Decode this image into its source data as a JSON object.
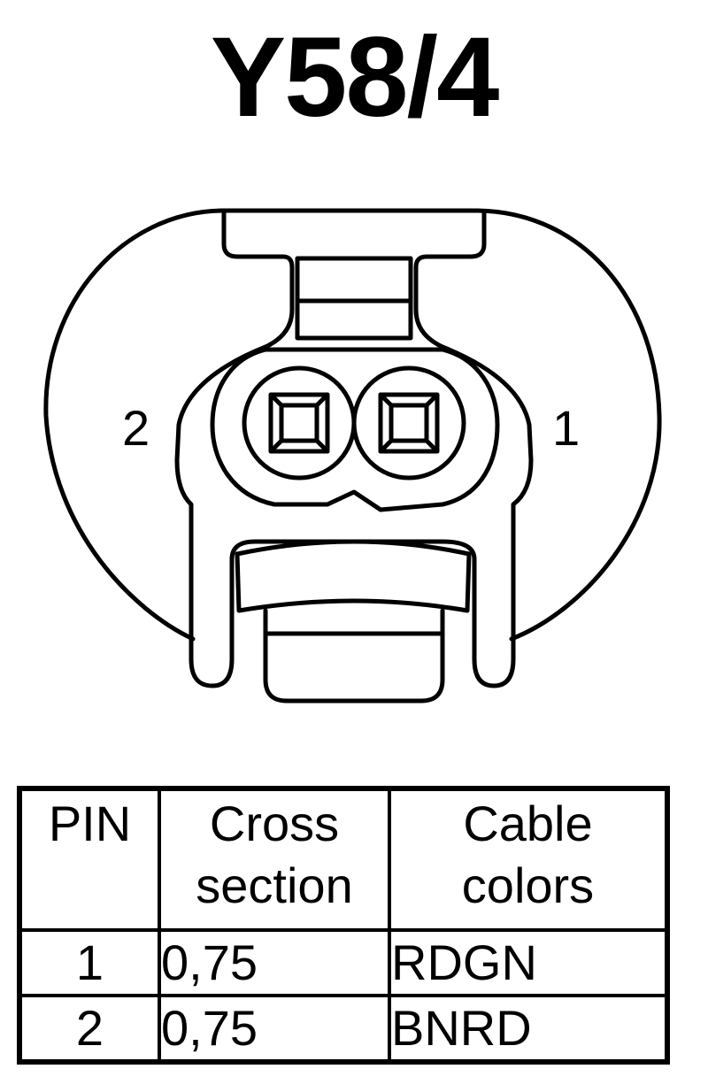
{
  "title": "Y58/4",
  "pin_labels": {
    "left": "2",
    "right": "1"
  },
  "table": {
    "headers": [
      {
        "line1": "PIN",
        "line2": ""
      },
      {
        "line1": "Cross",
        "line2": "section"
      },
      {
        "line1": "Cable",
        "line2": "colors"
      }
    ],
    "rows": [
      {
        "pin": "1",
        "cross_section": "0,75",
        "color": "RDGN"
      },
      {
        "pin": "2",
        "cross_section": "0,75",
        "color": "BNRD"
      }
    ]
  }
}
